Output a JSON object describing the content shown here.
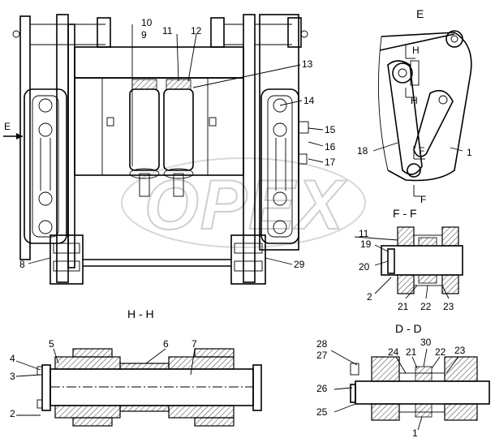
{
  "watermark": "OPEX",
  "views": {
    "hh": "H - H",
    "dd": "D - D",
    "ff": "F - F",
    "e": "E"
  },
  "markers": {
    "e_arrow": "E",
    "h_top": "H",
    "h_bottom": "H",
    "f_top": "F",
    "f_bottom": "F"
  },
  "callouts": [
    "10",
    "9",
    "11",
    "12",
    "13",
    "14",
    "15",
    "16",
    "17",
    "18",
    "1",
    "8",
    "29",
    "11",
    "19",
    "20",
    "2",
    "21",
    "22",
    "23",
    "5",
    "6",
    "7",
    "4",
    "3",
    "2",
    "28",
    "27",
    "24",
    "21",
    "30",
    "22",
    "23",
    "26",
    "25",
    "1"
  ]
}
